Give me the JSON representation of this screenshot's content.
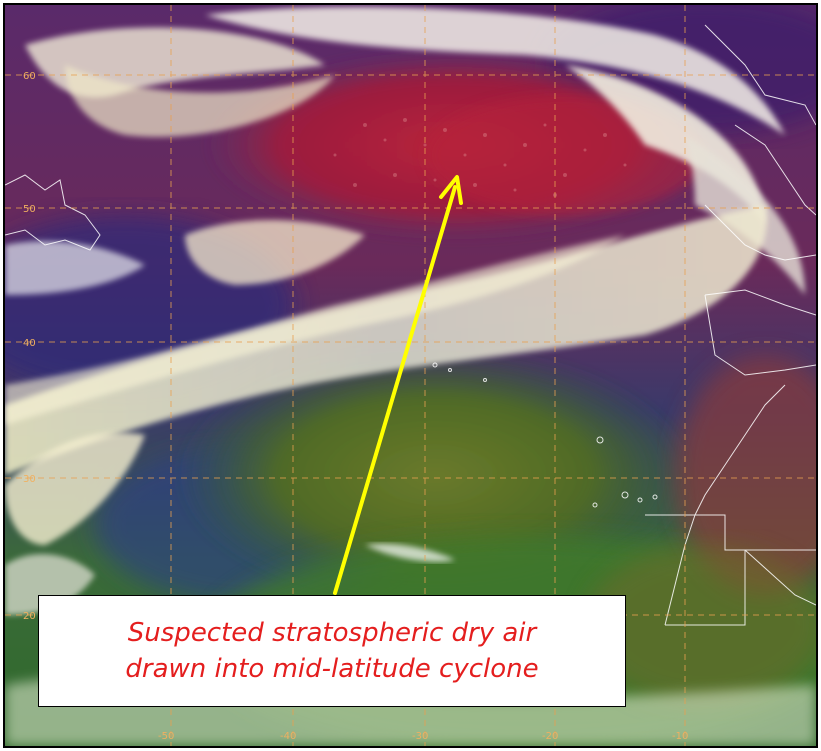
{
  "image": {
    "annotation": {
      "line1": "Suspected stratospheric dry air",
      "line2": "drawn into mid-latitude cyclone",
      "text_color": "#e41e1e",
      "arrow_color": "#ffff00"
    },
    "latitude_labels": [
      "60",
      "50",
      "40",
      "30",
      "20"
    ],
    "longitude_labels": [
      "-50",
      "-40",
      "-30",
      "-20",
      "-10"
    ],
    "grid_color": "#e8a050"
  }
}
